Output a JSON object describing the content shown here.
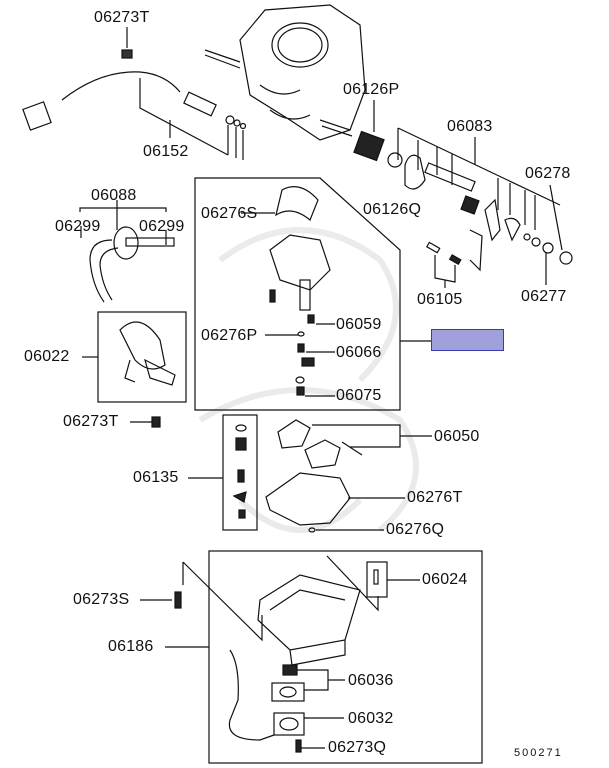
{
  "diagram": {
    "title": "Carburetor exploded parts diagram",
    "figure_number": "500271",
    "highlight_color": "#a0a0dc",
    "highlight_border": "#3a3ab0",
    "labels": {
      "p06273T_top": "06273T",
      "p06152": "06152",
      "p06126P": "06126P",
      "p06083": "06083",
      "p06278": "06278",
      "p06088": "06088",
      "p06299_left": "06299",
      "p06299_right": "06299",
      "p06276S": "06276S",
      "p06126Q": "06126Q",
      "p06105": "06105",
      "p06277": "06277",
      "p06022": "06022",
      "p06059": "06059",
      "p06276P": "06276P",
      "p06066": "06066",
      "p06075": "06075",
      "p06273T_mid": "06273T",
      "p06050": "06050",
      "p06135": "06135",
      "p06276T": "06276T",
      "p06276Q": "06276Q",
      "p06024": "06024",
      "p06273S": "06273S",
      "p06186": "06186",
      "p06036": "06036",
      "p06032": "06032",
      "p06273Q": "06273Q"
    }
  }
}
